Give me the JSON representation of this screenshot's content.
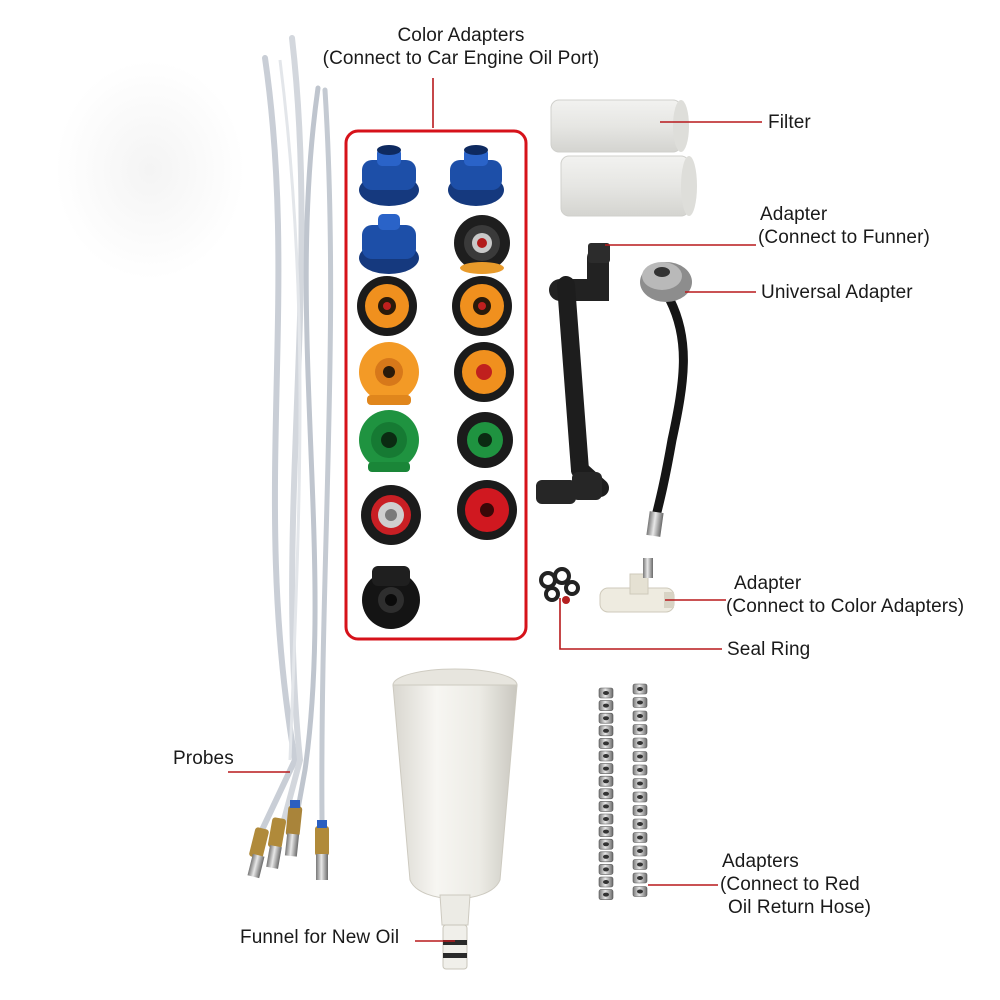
{
  "labels": {
    "color_adapters": {
      "line1": "Color Adapters",
      "line2": "(Connect to Car Engine Oil Port)"
    },
    "filter": "Filter",
    "adapter_funnel": {
      "line1": "Adapter",
      "line2": "(Connect to Funner)"
    },
    "universal_adapter": "Universal Adapter",
    "adapter_color": {
      "line1": "Adapter",
      "line2": "(Connect to Color Adapters)"
    },
    "seal_ring": "Seal Ring",
    "probes": "Probes",
    "funnel": "Funnel for New Oil",
    "adapters_red_hose": {
      "line1": "Adapters",
      "line2": "(Connect to Red",
      "line3": "Oil Return Hose)"
    }
  },
  "colors": {
    "leader_line": "#b8191c",
    "highlight_box": "#d6121a",
    "blue": "#1d4fa8",
    "orange": "#f0901e",
    "green": "#1f9340",
    "red": "#d01820",
    "black": "#1a1a1a"
  },
  "color_adapter_grid": [
    [
      "blue",
      "blue"
    ],
    [
      "blue",
      "black"
    ],
    [
      "orange",
      "orange"
    ],
    [
      "orange",
      "orange"
    ],
    [
      "green",
      "green"
    ],
    [
      "black",
      "red"
    ],
    [
      "black"
    ]
  ]
}
